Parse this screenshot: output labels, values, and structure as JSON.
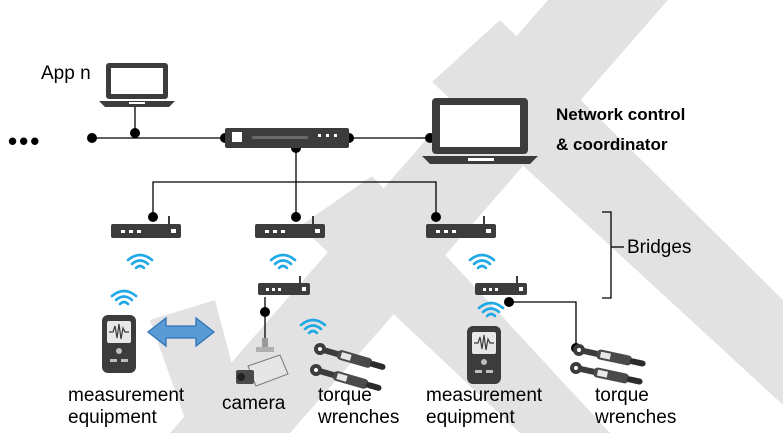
{
  "labels": {
    "app_n": "App n",
    "ellipsis": "•••",
    "network_control": "Network control",
    "coordinator": "& coordinator",
    "bridges": "Bridges",
    "measurement_1": "measurement",
    "equipment_1": "equipment",
    "camera": "camera",
    "torque_1": "torque",
    "wrenches_1": "wrenches",
    "measurement_2": "measurement",
    "equipment_2": "equipment",
    "torque_2": "torque",
    "wrenches_2": "wrenches"
  },
  "colors": {
    "device": "#3c3c3c",
    "wifi": "#1fa8e6",
    "arrow": "#5b9bd5",
    "watermark": "#d9d9d9",
    "line": "#000000"
  },
  "icons": [
    "laptop-icon",
    "switch-icon",
    "bridge-icon",
    "wifi-icon",
    "meter-icon",
    "camera-icon",
    "torque-wrench-icon",
    "double-arrow-icon"
  ]
}
